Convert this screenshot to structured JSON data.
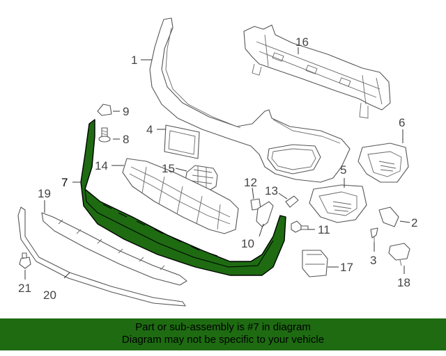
{
  "diagram": {
    "callouts": {
      "c1": "1",
      "c2": "2",
      "c3": "3",
      "c4": "4",
      "c5": "5",
      "c6": "6",
      "c7": "7",
      "c8": "8",
      "c9": "9",
      "c10": "10",
      "c11": "11",
      "c12": "12",
      "c13": "13",
      "c14": "14",
      "c15": "15",
      "c16": "16",
      "c17": "17",
      "c18": "18",
      "c19": "19",
      "c20": "20",
      "c21": "21"
    },
    "highlight_color": "#1e6b12"
  },
  "banner": {
    "line1": "Part or sub-assembly is #7 in diagram",
    "line2": "Diagram may not be specific to your vehicle",
    "background": "#1e6b12"
  }
}
